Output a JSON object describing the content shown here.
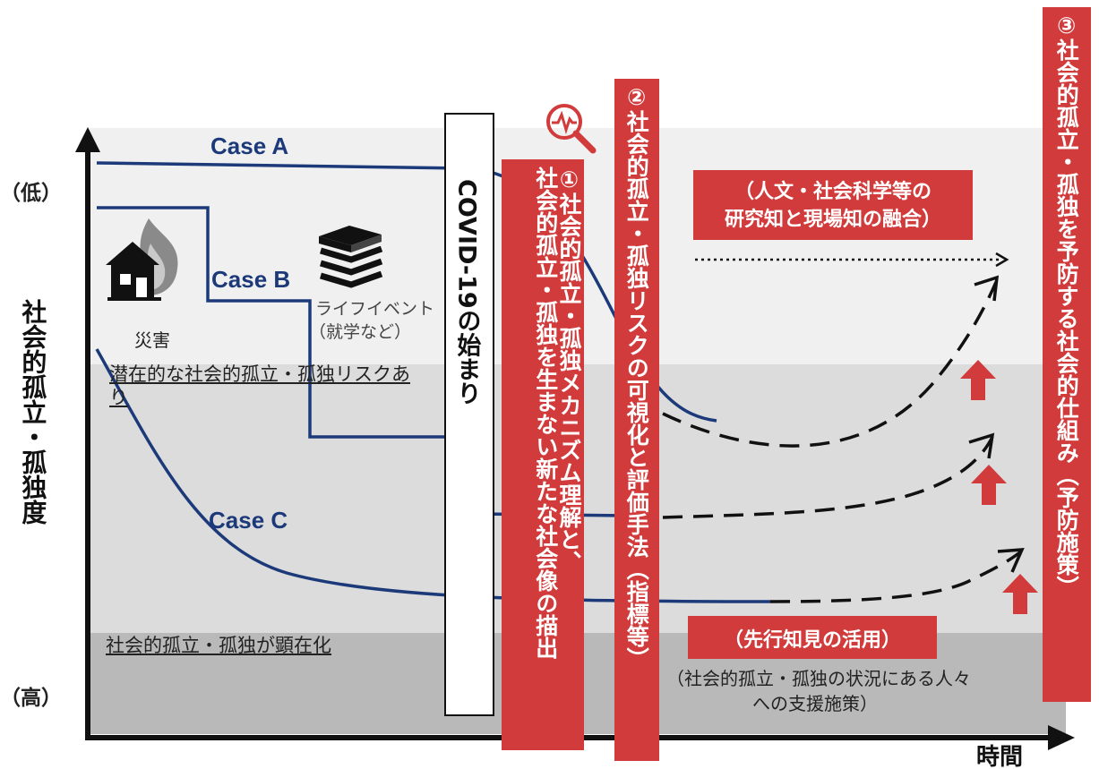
{
  "axes": {
    "y_title": "社会的孤立・孤独度",
    "y_low": "（低）",
    "y_high": "（高）",
    "x_title": "時間"
  },
  "zones": {
    "potential": "潜在的な社会的孤立・孤独リスクあり",
    "manifest": "社会的孤立・孤独が顕在化"
  },
  "cases": {
    "a": "Case A",
    "b": "Case B",
    "c": "Case C"
  },
  "events": {
    "disaster": "災害",
    "life_event_line1": "ライフイベント",
    "life_event_line2": "（就学など）"
  },
  "covid": "COVID-19の始まり",
  "pillars": {
    "p1_line1": "①社会的孤立・孤独メカニズム理解と、",
    "p1_line2": "社会的孤立・孤独を生まない新たな社会像の描出",
    "p2": "②社会的孤立・孤独リスクの可視化と評価手法（指標等）",
    "p3": "③社会的孤立・孤独を予防する社会的仕組み（予防施策）"
  },
  "boxes": {
    "fusion_line1": "（人文・社会科学等の",
    "fusion_line2": "研究知と現場知の融合）",
    "prior": "（先行知見の活用）",
    "support_line1": "（社会的孤立・孤独の状況にある人々",
    "support_line2": "への支援施策）"
  },
  "icons": [
    "search-pulse-icon",
    "house-fire-icon",
    "books-icon",
    "up-arrow-icon"
  ],
  "colors": {
    "red": "#d23b3b",
    "navy": "#1c3a7a",
    "band_light": "#f0f0f0",
    "band_mid": "#dcdcdc",
    "band_dark": "#b9b9b9"
  }
}
